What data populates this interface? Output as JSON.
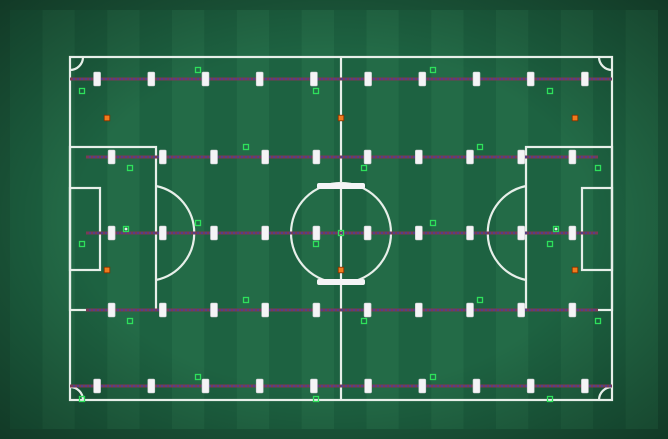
{
  "scene": {
    "name": "soccer-pitch-formation-board",
    "colors": {
      "frame": "#1c5a3c",
      "turf_dark": "#1f6a45",
      "turf_light": "#2a7a51",
      "line": "#e7efe9",
      "rod": "#7a3b55",
      "rod_dot": "#3b3fb0",
      "player": "#f4f4f6",
      "marker_green": "#2ee05b",
      "marker_orange": "#f07b1d"
    }
  },
  "rods": [
    {
      "id": "rod-1",
      "players": 10
    },
    {
      "id": "rod-2",
      "players": 10
    },
    {
      "id": "rod-3",
      "players": 10
    },
    {
      "id": "rod-4",
      "players": 10
    },
    {
      "id": "rod-5",
      "players": 10
    }
  ],
  "markers": {
    "green_count": 28,
    "orange_count": 6
  }
}
